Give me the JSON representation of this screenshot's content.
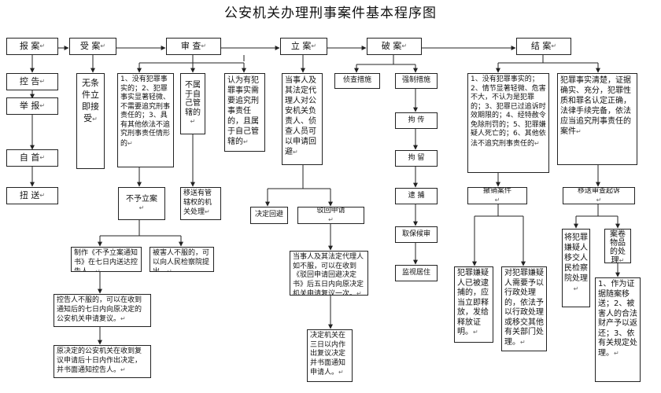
{
  "title": "公安机关办理刑事案件基本程序图",
  "nodes": {
    "bao_an": "报 案",
    "kong_gao": "控 告",
    "ju_bao": "举 报",
    "zi_shou": "自 首",
    "niu_song": "扭 送",
    "shou_an": "受 案",
    "wu_tiaojian": "无条件立即接受",
    "shen_cha": "审 查",
    "no_crime_list": "1、没有犯罪事实的；2、犯罪事实显著轻微、不需要追究刑事责任的；3、具有其他依法不追究刑事责任情形的",
    "bu_shu_guanxia": "不属于自己管辖的",
    "you_fanzui_guanxia": "认为有犯罪事实需要追究刑事责任的，且属于自己管辖的",
    "bu_li_an": "不予立案",
    "yisong_guanxia": "移送有管辖权的机关处理",
    "zhizuo_tongzhishu": "制作《不予立案通知书》在七日内送达控告人。",
    "beihairen_bufu": "被害人不服的，可以向人民检察院提出。",
    "kongaoren_bufu": "控告人不服的，可以在收到通知后的七日内向原决定的公安机关申请复议。",
    "yuanjueding_fuyi": "原决定的公安机关在收到复议申请后十日内作出决定，并书面通知控告人。",
    "li_an": "立 案",
    "dangshiren_shenqing": "当事人及其法定代理人对公安机关负责人、侦查人员可以申请回避",
    "jueding_huibi": "决定回避",
    "bohui_shenqing": "驳回申请",
    "fuyi_shenqing": "当事人及其法定代理人如不服，可以在收到《驳回申请回避决定书》后五日内向原决定机关申请复议一次。",
    "fuyi_jueding": "决定机关在三日以内作出复议决定并书面通知申请人。",
    "po_an": "破 案",
    "zhencha_cuoshi": "侦查措施",
    "qiangzhi_cuoshi": "强制措施",
    "ju_chuan": "拘 传",
    "ju_liu": "拘 留",
    "dai_bu": "逮 捕",
    "qubao_houshen": "取保候审",
    "jianshi_juzhu": "监视居住",
    "jie_an": "结 案",
    "chexiao_tiaojian": "1、没有犯罪事实的；2、情节显著轻微、危害不大，不认为是犯罪的；3、犯罪已过追诉时效期限的；4、经特赦令免除刑罚的；5、犯罪嫌疑人死亡的；6、其他依法不追究刑事责任的",
    "chexiao_anjian": "撤销案件",
    "yi_daibu_shifang": "犯罪嫌疑人已被逮捕的，应当立即释放，发给释放证明。",
    "xingzheng_chuli": "对犯罪嫌疑人需要予以行政处理的，依法予以行政处理或移交其他有关部门处理。",
    "qisu_tiaojian": "犯罪事实清楚，证据确实、充分，犯罪性质和罪名认定正确，法律手续完备，依法应当追究刑事责任的案件",
    "yisong_qisu": "移送审查起诉",
    "xianyiren_yijiao": "将犯罪嫌疑人移交人民检察院处理",
    "anzhi_wupin": "案卷物品的处理",
    "wupin_chuli": "1、作为证据随案移送；2、被害人的合法财产予以返还；3、依有关规定处理。"
  }
}
